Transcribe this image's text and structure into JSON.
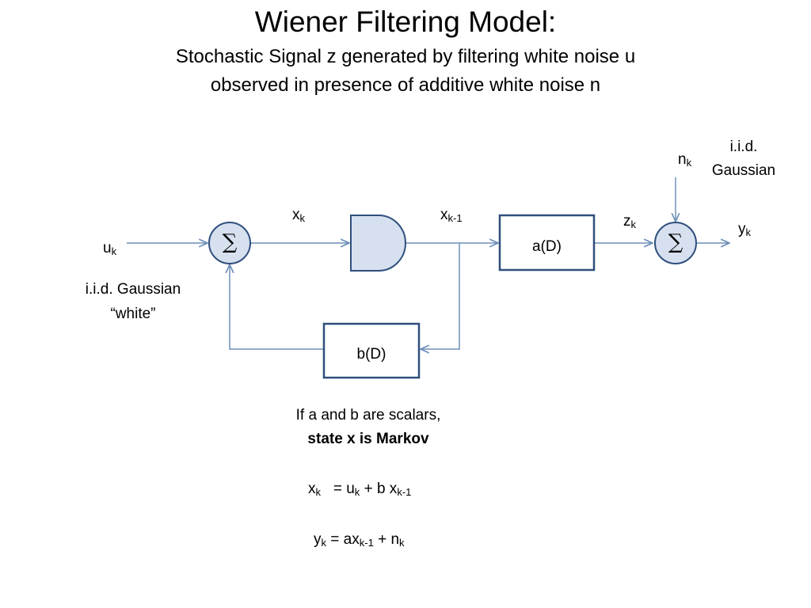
{
  "title": "Wiener Filtering Model:",
  "subtitle": {
    "line1": "Stochastic Signal z generated by filtering white noise u",
    "line2": "observed in presence of additive white noise n"
  },
  "labels": {
    "u": "u",
    "u_sub": "k",
    "x": "x",
    "x_sub": "k",
    "x_prev": "x",
    "x_prev_sub": "k-1",
    "z": "z",
    "z_sub": "k",
    "n": "n",
    "n_sub": "k",
    "y": "y",
    "y_sub": "k",
    "input_noise_line1": "i.i.d. Gaussian",
    "input_noise_line2": "“white”",
    "obs_noise_line1": "i.i.d.",
    "obs_noise_line2": "Gaussian"
  },
  "blocks": {
    "a": "a(D)",
    "b": "b(D)",
    "sum_symbol": "∑"
  },
  "notes": {
    "line1": "If a and b are scalars,",
    "line2": "state x is Markov"
  },
  "equations": {
    "eq1": {
      "lhs": "x",
      "lhs_sub": "k",
      "mid1": "= u",
      "mid1_sub": "k",
      "mid2": "+ b x",
      "mid2_sub": "k-1"
    },
    "eq2": {
      "lhs": "y",
      "lhs_sub": "k",
      "mid1": "= ax",
      "mid1_sub": "k-1",
      "mid2": "+  n",
      "mid2_sub": "k"
    }
  },
  "colors": {
    "line": "#6d8fb8",
    "box_border": "#2f4f7c",
    "fill": "#d6e0ef"
  }
}
